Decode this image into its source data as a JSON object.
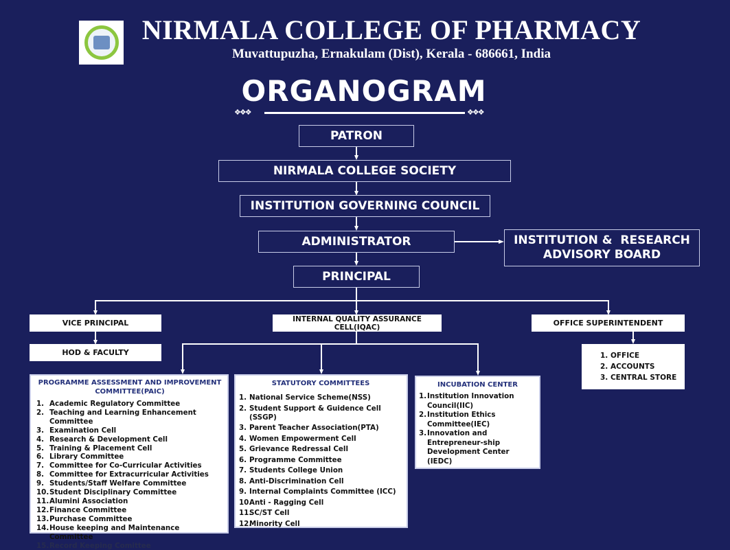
{
  "header": {
    "logo_icon": "college-seal-logo",
    "college_name": "NIRMALA COLLEGE OF PHARMACY",
    "address": "Muvattupuzha, Ernakulam (Dist), Kerala - 686661, India",
    "title": "ORGANOGRAM",
    "ornament": "❖❖❖"
  },
  "colors": {
    "background": "#1a1f5c",
    "box_border": "#c9cde8",
    "list_heading": "#23307a",
    "white": "#ffffff"
  },
  "hierarchy": {
    "patron": "PATRON",
    "society": "NIRMALA COLLEGE SOCIETY",
    "governing_council": "INSTITUTION GOVERNING COUNCIL",
    "administrator": "ADMINISTRATOR",
    "advisory_board_line1": "INSTITUTION &  RESEARCH",
    "advisory_board_line2": "ADVISORY BOARD",
    "principal": "PRINCIPAL"
  },
  "level2": {
    "vice_principal": "VICE PRINCIPAL",
    "hod_faculty": "HOD & FACULTY",
    "iqac": "INTERNAL QUALITY ASSURANCE CELL(IQAC)",
    "office_superintendent": "OFFICE SUPERINTENDENT"
  },
  "office_units": [
    {
      "num": "1.",
      "text": "OFFICE"
    },
    {
      "num": "2.",
      "text": "ACCOUNTS"
    },
    {
      "num": "3.",
      "text": "CENTRAL STORE"
    }
  ],
  "paic": {
    "heading_line1": "PROGRAMME ASSESSMENT AND IMPROVEMENT",
    "heading_line2": "COMMITTEE(PAIC)",
    "items": [
      {
        "num": "1.",
        "text": "Academic Regulatory Committee"
      },
      {
        "num": "2.",
        "text": "Teaching and Learning Enhancement Committee"
      },
      {
        "num": "3.",
        "text": "Examination Cell"
      },
      {
        "num": "4.",
        "text": "Research & Development Cell"
      },
      {
        "num": "5.",
        "text": "Training & Placement Cell"
      },
      {
        "num": "6.",
        "text": "Library Committee"
      },
      {
        "num": "7.",
        "text": "Committee for Co-Curricular Activities"
      },
      {
        "num": "8.",
        "text": "Committee for Extracurricular Activities"
      },
      {
        "num": "9.",
        "text": "Students/Staff Welfare Committee"
      },
      {
        "num": "10.",
        "text": "Student Disciplinary Committee"
      },
      {
        "num": "11.",
        "text": "Alumini Association"
      },
      {
        "num": "12.",
        "text": "Finance Committee"
      },
      {
        "num": "13.",
        "text": "Purchase Committee"
      },
      {
        "num": "14.",
        "text": "House keeping and Maintenance Committee"
      },
      {
        "num": "15.",
        "text": "Record Keeping Comittee"
      }
    ]
  },
  "statutory": {
    "heading": "STATUTORY COMMITTEES",
    "items": [
      {
        "num": "1.",
        "text": "National Service Scheme(NSS)"
      },
      {
        "num": "2.",
        "text": "Student Support & Guidence Cell (SSGP)"
      },
      {
        "num": "3.",
        "text": "Parent Teacher Association(PTA)"
      },
      {
        "num": "4.",
        "text": "Women Empowerment Cell"
      },
      {
        "num": "5.",
        "text": "Grievance Redressal Cell"
      },
      {
        "num": "6.",
        "text": "Programme Committee"
      },
      {
        "num": "7.",
        "text": "Students College Union"
      },
      {
        "num": "8.",
        "text": "Anti-Discrimination Cell"
      },
      {
        "num": "9.",
        "text": "Internal Complaints Committee (ICC)"
      },
      {
        "num": "10.",
        "text": "Anti - Ragging Cell"
      },
      {
        "num": "11.",
        "text": "SC/ST Cell"
      },
      {
        "num": "12.",
        "text": "Minority Cell"
      }
    ]
  },
  "incubation": {
    "heading": "INCUBATION CENTER",
    "items": [
      {
        "num": "1.",
        "text": "Institution Innovation Council(IIC)"
      },
      {
        "num": "2.",
        "text": "Institution Ethics Committee(IEC)"
      },
      {
        "num": "3.",
        "text": "Innovation and Entrepreneur-ship Development Center (IEDC)"
      }
    ]
  }
}
